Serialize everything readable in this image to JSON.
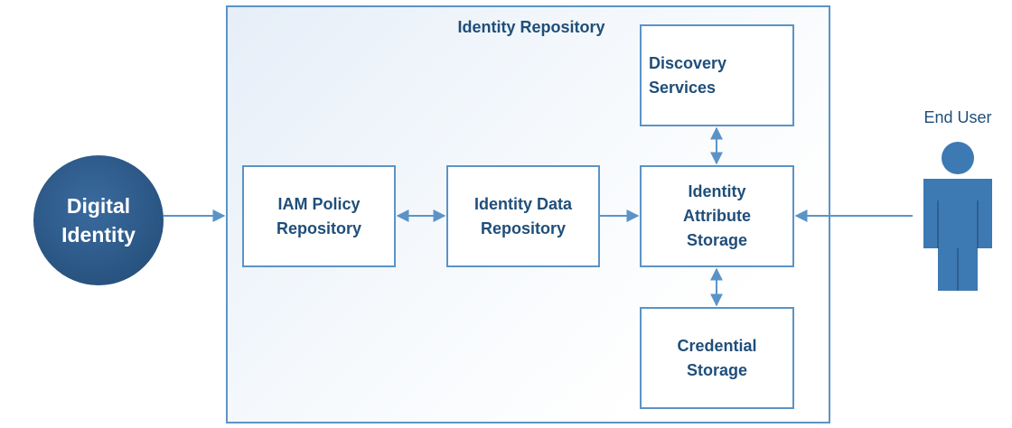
{
  "diagram": {
    "container_title": "Identity Repository",
    "digital_identity": "Digital\nIdentity",
    "iam_policy": "IAM Policy\nRepository",
    "identity_data": "Identity Data\nRepository",
    "identity_attribute": "Identity\nAttribute\nStorage",
    "discovery": "Discovery\nServices",
    "credential": "Credential\nStorage",
    "end_user": "End User"
  },
  "colors": {
    "border": "#5b93c7",
    "text": "#1f4e79",
    "circle": "#2b5785",
    "user": "#3d79b3"
  }
}
